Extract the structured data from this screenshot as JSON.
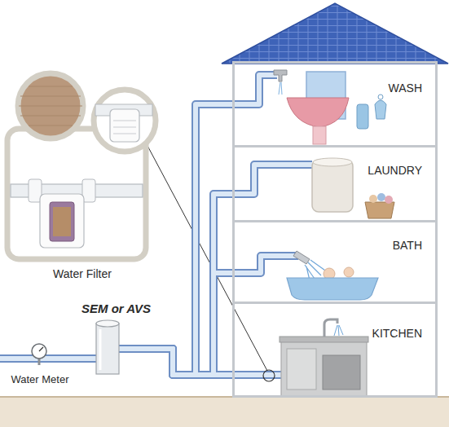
{
  "diagram": {
    "nodes": [
      {
        "text": [
          "Water Filter"
        ]
      },
      {
        "text": [
          "WASH"
        ]
      },
      {
        "text": [
          "LAUNDRY"
        ]
      },
      {
        "text": [
          "BATH"
        ]
      },
      {
        "text": [
          "KITCHEN"
        ]
      },
      {
        "text": [
          "SEM or AVS"
        ]
      },
      {
        "text": [
          "Water Meter"
        ]
      }
    ],
    "edges": [
      {
        "from": 6,
        "to": 5,
        "arrow": "none"
      },
      {
        "from": 5,
        "to": 4,
        "arrow": "none"
      },
      {
        "from": 5,
        "to": 3,
        "arrow": "none"
      },
      {
        "from": 5,
        "to": 2,
        "arrow": "none"
      },
      {
        "from": 5,
        "to": 1,
        "arrow": "none"
      }
    ]
  }
}
